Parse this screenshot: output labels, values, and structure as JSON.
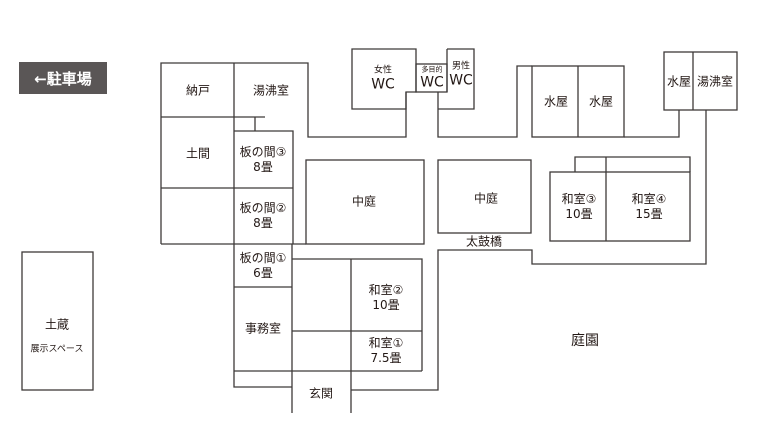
{
  "parking": "←駐車場",
  "rooms": {
    "nando": "納戸",
    "yuwakashi1": "湯沸室",
    "doma": "土間",
    "itanoma3": "板の間③",
    "itanoma3_size": "8畳",
    "itanoma2": "板の間②",
    "itanoma2_size": "8畳",
    "itanoma1": "板の間①",
    "itanoma1_size": "6畳",
    "jimushitsu": "事務室",
    "washitsu2": "和室②",
    "washitsu2_size": "10畳",
    "washitsu1": "和室①",
    "washitsu1_size": "7.5畳",
    "genkan": "玄関",
    "nakaniwa1": "中庭",
    "nakaniwa2": "中庭",
    "taikobashi": "太鼓橋",
    "wc_female_1": "女性",
    "wc_female_2": "WC",
    "wc_multi_1": "多目的",
    "wc_multi_2": "WC",
    "wc_male_1": "男性",
    "wc_male_2": "WC",
    "mizuya1": "水屋",
    "mizuya2": "水屋",
    "mizuya3": "水屋",
    "yuwakashi2": "湯沸室",
    "washitsu3": "和室③",
    "washitsu3_size": "10畳",
    "washitsu4": "和室④",
    "washitsu4_size": "15畳",
    "teien": "庭園",
    "dozo": "土蔵",
    "dozo_sub": "展示スペース"
  }
}
